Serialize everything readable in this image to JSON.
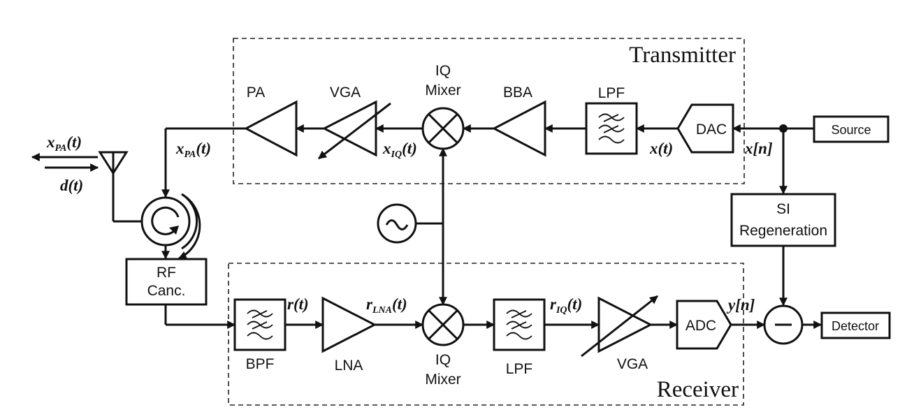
{
  "sections": {
    "transmitter": "Transmitter",
    "receiver": "Receiver"
  },
  "tx": {
    "pa": "PA",
    "vga": "VGA",
    "mixer_1": "IQ",
    "mixer_2": "Mixer",
    "bba": "BBA",
    "lpf": "LPF",
    "dac": "DAC"
  },
  "rx": {
    "bpf": "BPF",
    "lna": "LNA",
    "mixer_1": "IQ",
    "mixer_2": "Mixer",
    "lpf": "LPF",
    "vga": "VGA",
    "adc": "ADC"
  },
  "blocks": {
    "source": "Source",
    "detector": "Detector",
    "si_1": "SI",
    "si_2": "Regeneration",
    "rf_1": "RF",
    "rf_2": "Canc."
  },
  "signals": {
    "xpa_ext": {
      "main": "x",
      "sub": "PA",
      "tail": "(t)"
    },
    "d_t": "d(t)",
    "xpa": {
      "main": "x",
      "sub": "PA",
      "tail": "(t)"
    },
    "xiq": {
      "main": "x",
      "sub": "IQ",
      "tail": "(t)"
    },
    "x_t": "x(t)",
    "x_n": "x[n]",
    "r_t": "r(t)",
    "rlna": {
      "main": "r",
      "sub": "LNA",
      "tail": "(t)"
    },
    "riq": {
      "main": "r",
      "sub": "IQ",
      "tail": "(t)"
    },
    "y_n": "y[n]"
  }
}
